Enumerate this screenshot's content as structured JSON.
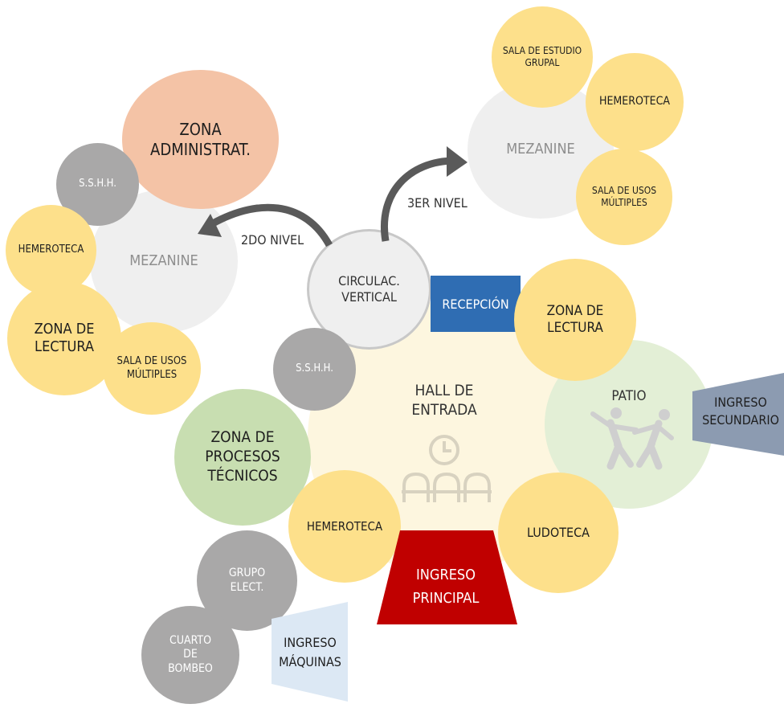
{
  "colors": {
    "yellow": "#fde08b",
    "grey": "#a9a8a8",
    "mezanine": "#efefef",
    "hall": "#fdf6df",
    "green": "#c8deb1",
    "patio": "#e3efd6",
    "admin": "#f4c3a6",
    "recepcion": "#2f6db3",
    "principal": "#c00000",
    "secundario": "#8c9bb1",
    "maquinas": "#dce8f4",
    "arrow": "#5a5a5a"
  },
  "nodes": {
    "zona_administrat": "ZONA\nADMINISTRAT.",
    "sshh_left": "S.S.H.H.",
    "mezanine_left": "MEZANINE",
    "hemeroteca_left": "HEMEROTECA",
    "zona_lectura_left": "ZONA DE\nLECTURA",
    "sala_usos_left": "SALA DE USOS\nMÚLTIPLES",
    "circulac_vertical": "CIRCULAC.\nVERTICAL",
    "mezanine_right": "MEZANINE",
    "sala_estudio": "SALA DE ESTUDIO\nGRUPAL",
    "hemeroteca_right": "HEMEROTECA",
    "sala_usos_right": "SALA DE USOS\nMÚLTIPLES",
    "recepcion": "RECEPCIÓN",
    "zona_lectura_main": "ZONA DE\nLECTURA",
    "sshh_main": "S.S.H.H.",
    "hall_entrada": "HALL DE\nENTRADA",
    "patio": "PATIO",
    "ingreso_secundario": "INGRESO\nSECUNDARIO",
    "zona_procesos": "ZONA DE\nPROCESOS\nTÉCNICOS",
    "hemeroteca_main": "HEMEROTECA",
    "ludoteca": "LUDOTECA",
    "ingreso_principal": "INGRESO\nPRINCIPAL",
    "grupo_elect": "GRUPO\nELECT.",
    "cuarto_bombeo": "CUARTO\nDE\nBOMBEO",
    "ingreso_maquinas": "INGRESO\nMÁQUINAS"
  },
  "arrows": {
    "segundo_nivel": "2DO NIVEL",
    "tercer_nivel": "3ER NIVEL"
  },
  "icons": [
    "clock-icon",
    "seating-icon",
    "dancing-people-icon",
    "arrow-left-icon",
    "arrow-right-icon"
  ]
}
